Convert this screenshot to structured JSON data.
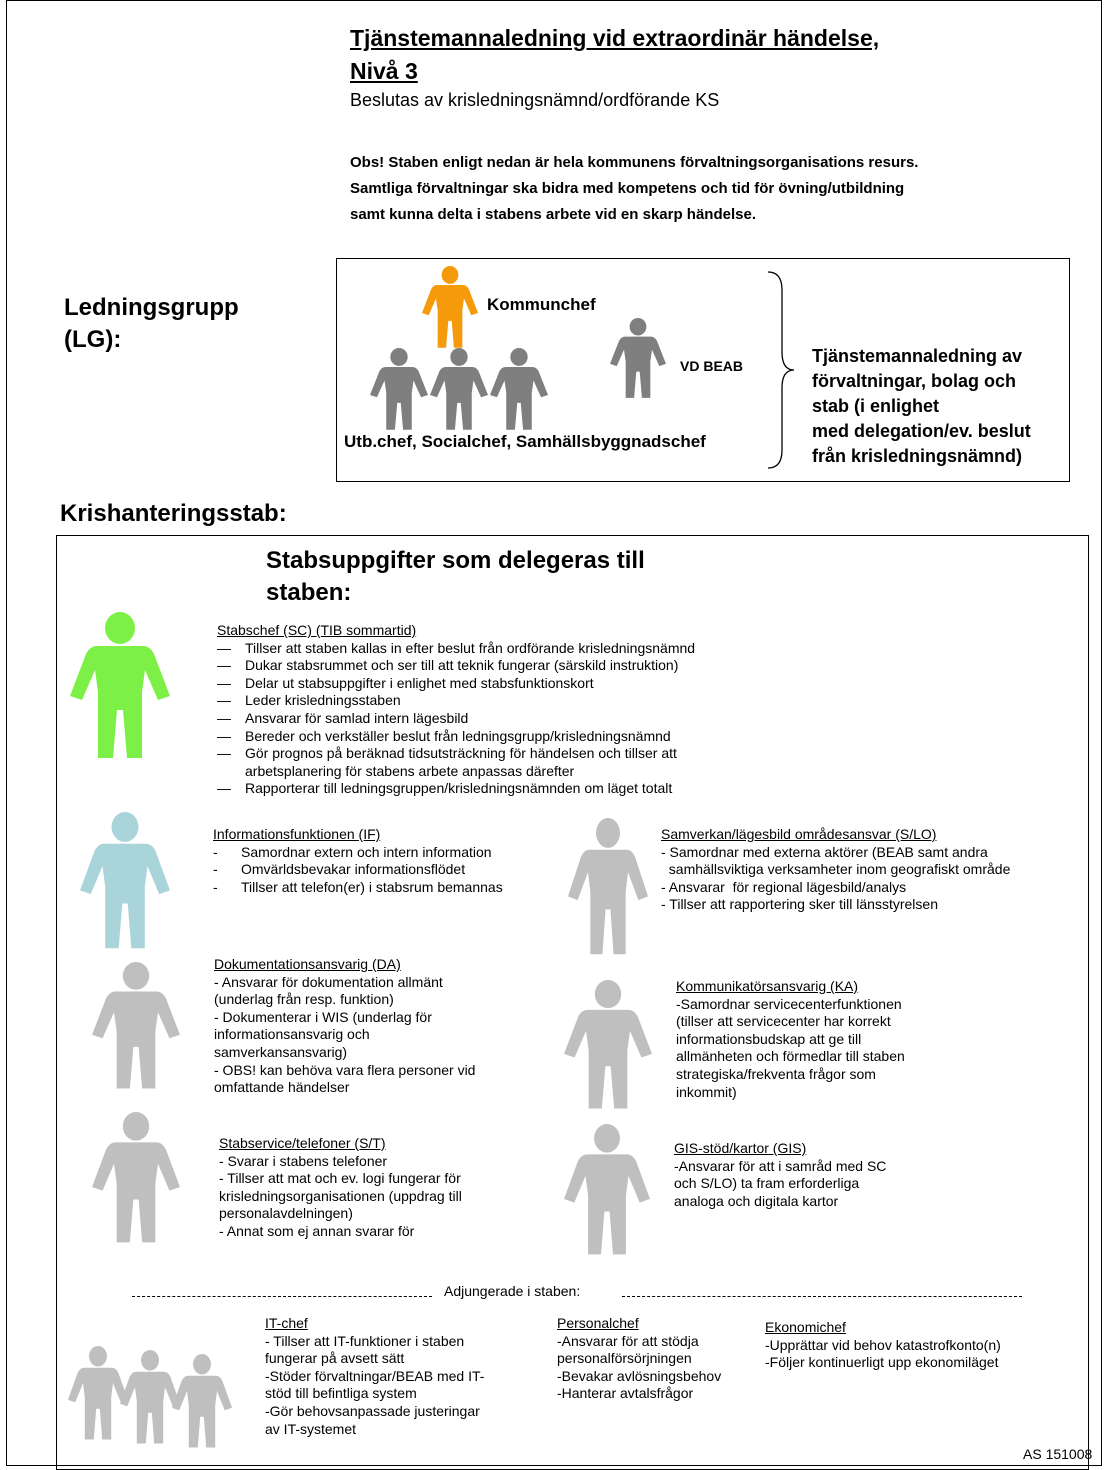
{
  "header": {
    "title_line1": "Tjänstemannaledning vid extraordinär händelse,",
    "title_line2": "Nivå 3",
    "subtitle": "Beslutas av krisledningsnämnd/ordförande KS",
    "note_lines": [
      "Obs! Staben enligt nedan är hela kommunens förvaltningsorganisations resurs.",
      "Samtliga förvaltningar ska bidra med kompetens och tid för övning/utbildning",
      "samt kunna delta i stabens arbete vid en skarp händelse."
    ]
  },
  "ledningsgrupp": {
    "heading_line1": "Ledningsgrupp",
    "heading_line2": "(LG):",
    "kommunchef": "Kommunchef",
    "vd": "VD BEAB",
    "chiefs": "Utb.chef,  Socialchef, Samhällsbyggnadschef",
    "description_lines": [
      "Tjänstemannaledning av",
      "förvaltningar, bolag och",
      "stab (i enlighet",
      "med delegation/ev. beslut",
      "från krisledningsnämnd)"
    ]
  },
  "krishanteringsstab": {
    "heading": "Krishanteringsstab:",
    "title_line1": "Stabsuppgifter som delegeras till",
    "title_line2": "staben:",
    "stabschef": {
      "header": "Stabschef (SC) (TIB sommartid)",
      "items": [
        "Tillser att staben kallas in efter beslut från ordförande krisledningsnämnd",
        "Dukar stabsrummet och ser till att teknik  fungerar (särskild instruktion)",
        "Delar ut stabsuppgifter i enlighet med stabsfunktionskort",
        "Leder krisledningsstaben",
        "Ansvarar för samlad intern lägesbild",
        "Bereder och verkställer beslut från ledningsgrupp/krisledningsnämnd",
        "Gör prognos på beräknad tidsutsträckning för händelsen och tillser att\narbetsplanering för stabens arbete anpassas därefter",
        "Rapporterar till ledningsgruppen/krisledningsnämnden om läget totalt"
      ]
    },
    "information": {
      "header": "Informationsfunktionen (IF)",
      "items": [
        "Samordnar extern och intern information",
        "Omvärldsbevakar informationsflödet",
        "Tillser att telefon(er) i stabsrum bemannas"
      ]
    },
    "samverkan": {
      "header": "Samverkan/lägesbild områdesansvar (S/LO)",
      "lines": [
        "- Samordnar med externa aktörer (BEAB samt andra",
        "  samhällsviktiga verksamheter inom geografiskt område",
        "- Ansvarar  för regional lägesbild/analys",
        "- Tillser att rapportering sker till länsstyrelsen"
      ]
    },
    "dokumentation": {
      "header": "Dokumentationsansvarig (DA)",
      "lines": [
        "- Ansvarar för dokumentation allmänt",
        "(underlag från resp. funktion)",
        "- Dokumenterar i WIS (underlag för",
        "informationsansvarig och",
        "samverkansansvarig)",
        "- OBS! kan behöva vara flera personer vid",
        "omfattande händelser"
      ]
    },
    "kommunikator": {
      "header": "Kommunikatörsansvarig (KA)",
      "lines": [
        "-Samordnar servicecenterfunktionen",
        "(tillser att servicecenter har korrekt",
        "informationsbudskap att ge till",
        "allmänheten och förmedlar till staben",
        "strategiska/frekventa frågor som",
        "inkommit)"
      ]
    },
    "stabservice": {
      "header": "Stabservice/telefoner (S/T)",
      "lines": [
        "- Svarar i stabens telefoner",
        "- Tillser att mat och ev. logi fungerar för",
        "krisledningsorganisationen (uppdrag till",
        "personalavdelningen)",
        "- Annat som ej annan svarar för"
      ]
    },
    "gis": {
      "header": "GIS-stöd/kartor (GIS)",
      "lines": [
        "-Ansvarar för att i samråd med SC",
        "och S/LO) ta fram erforderliga",
        "analoga och digitala kartor"
      ]
    },
    "adjungerade_label": "Adjungerade i staben:",
    "itchef": {
      "header": "IT-chef",
      "lines": [
        "- Tillser att IT-funktioner i staben",
        "fungerar på avsett sätt",
        "-Stöder förvaltningar/BEAB med IT-",
        "stöd till befintliga system",
        "-Gör behovsanpassade justeringar",
        "av IT-systemet"
      ]
    },
    "personalchef": {
      "header": "Personalchef",
      "lines": [
        "-Ansvarar för att stödja",
        "personalförsörjningen",
        "-Bevakar avlösningsbehov",
        "-Hanterar avtalsfrågor"
      ]
    },
    "ekonomichef": {
      "header": "Ekonomichef",
      "lines": [
        "-Upprättar vid behov katastrofkonto(n)",
        "-Följer kontinuerligt upp ekonomiläget"
      ]
    },
    "reference": "AS 151008"
  },
  "colors": {
    "kommunchef_figure": "#F59A0B",
    "stabschef_figure": "#7CF046",
    "information_figure": "#A9D5DA",
    "dark_figure": "#7F7F7F",
    "grey_figure": "#BFBFBF"
  }
}
